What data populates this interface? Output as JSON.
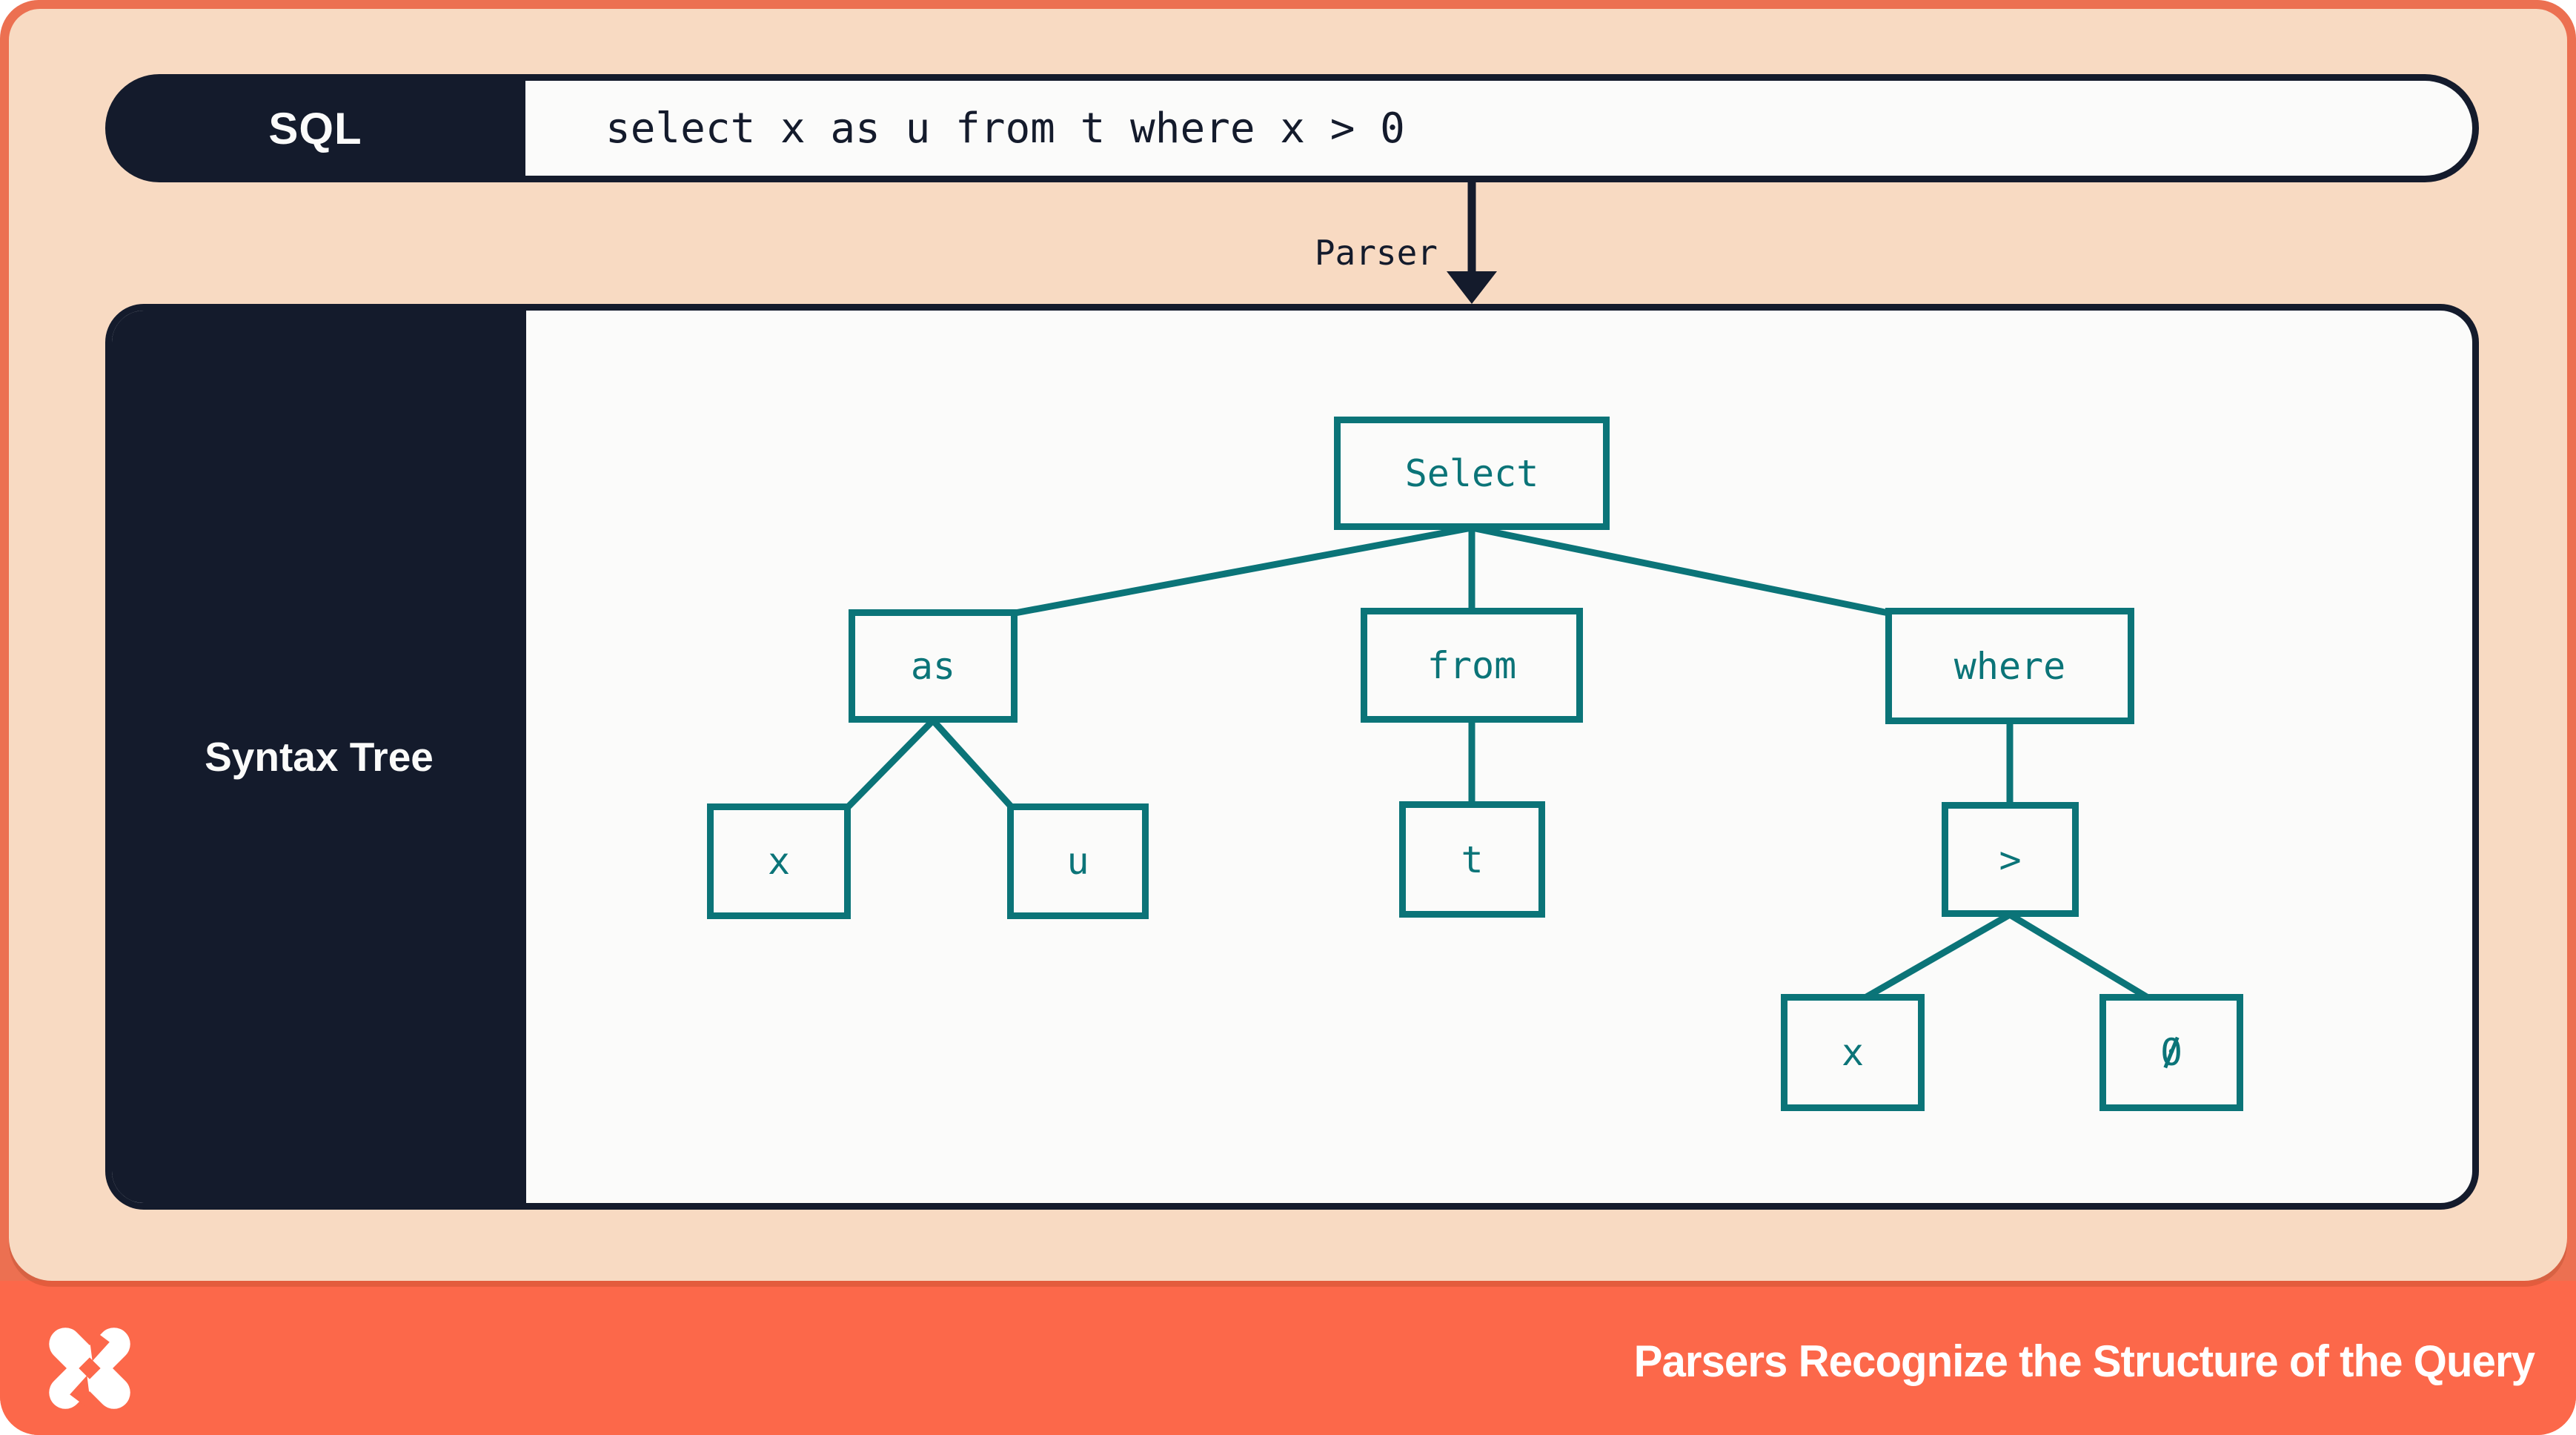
{
  "colors": {
    "frame_border": "#EC7051",
    "footer_coral": "#FC684A",
    "peach_background": "#F8DAC2",
    "navy": "#141B2C",
    "teal": "#0B7478",
    "offwhite": "#FBFBFA",
    "white": "#FFFFFF"
  },
  "sql_bar": {
    "label": "SQL",
    "query": "select x as u from t where x > 0"
  },
  "parser": {
    "label": "Parser"
  },
  "syntax_tree": {
    "panel_label": "Syntax Tree",
    "nodes": [
      {
        "id": "select",
        "label": "Select"
      },
      {
        "id": "as",
        "label": "as"
      },
      {
        "id": "from",
        "label": "from"
      },
      {
        "id": "where",
        "label": "where"
      },
      {
        "id": "x-left",
        "label": "x"
      },
      {
        "id": "u",
        "label": "u"
      },
      {
        "id": "t",
        "label": "t"
      },
      {
        "id": "gt",
        "label": ">"
      },
      {
        "id": "x-right",
        "label": "x"
      },
      {
        "id": "zero",
        "label": "0"
      }
    ],
    "edges": [
      {
        "from": "Select",
        "to": "as"
      },
      {
        "from": "Select",
        "to": "from"
      },
      {
        "from": "Select",
        "to": "where"
      },
      {
        "from": "as",
        "to": "x"
      },
      {
        "from": "as",
        "to": "u"
      },
      {
        "from": "from",
        "to": "t"
      },
      {
        "from": "where",
        "to": ">"
      },
      {
        "from": ">",
        "to": "x"
      },
      {
        "from": ">",
        "to": "0"
      }
    ]
  },
  "footer": {
    "title": "Parsers Recognize the Structure of the Query",
    "logo": "dolt-x-logo"
  }
}
